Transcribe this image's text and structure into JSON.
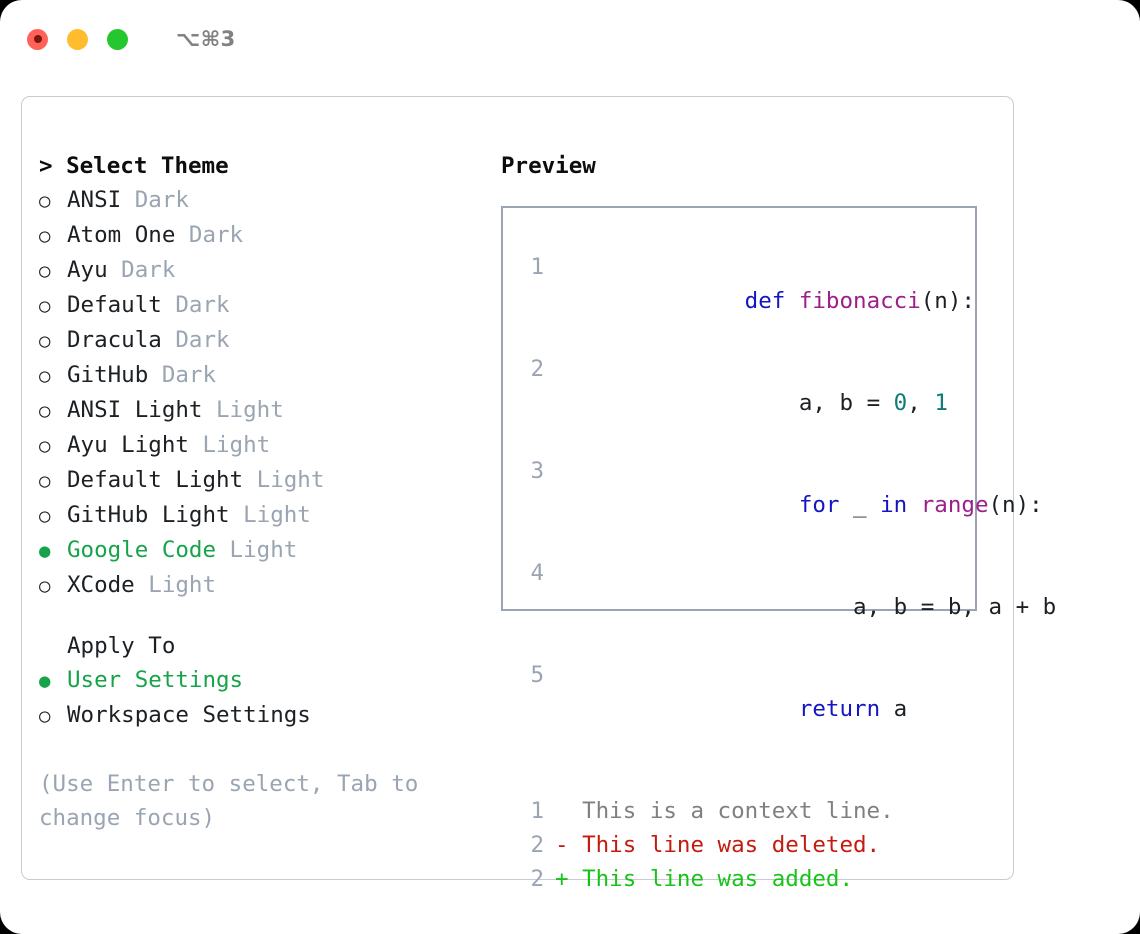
{
  "titlebar": {
    "shortcut": "⌥⌘3",
    "lights": [
      {
        "name": "close",
        "color": "#ff6259"
      },
      {
        "name": "minimize",
        "color": "#ffbd2e"
      },
      {
        "name": "zoom",
        "color": "#24c72e"
      }
    ]
  },
  "theme_section": {
    "header": "> Select Theme",
    "options": [
      {
        "marker": "○",
        "selected": false,
        "label": "ANSI",
        "suffix": " Dark"
      },
      {
        "marker": "○",
        "selected": false,
        "label": "Atom One",
        "suffix": " Dark"
      },
      {
        "marker": "○",
        "selected": false,
        "label": "Ayu",
        "suffix": " Dark"
      },
      {
        "marker": "○",
        "selected": false,
        "label": "Default",
        "suffix": " Dark"
      },
      {
        "marker": "○",
        "selected": false,
        "label": "Dracula",
        "suffix": " Dark"
      },
      {
        "marker": "○",
        "selected": false,
        "label": "GitHub",
        "suffix": " Dark"
      },
      {
        "marker": "○",
        "selected": false,
        "label": "ANSI Light",
        "suffix": " Light"
      },
      {
        "marker": "○",
        "selected": false,
        "label": "Ayu Light",
        "suffix": " Light"
      },
      {
        "marker": "○",
        "selected": false,
        "label": "Default Light",
        "suffix": " Light"
      },
      {
        "marker": "○",
        "selected": false,
        "label": "GitHub Light",
        "suffix": " Light"
      },
      {
        "marker": "●",
        "selected": true,
        "label": "Google Code",
        "suffix": " Light"
      },
      {
        "marker": "○",
        "selected": false,
        "label": "XCode",
        "suffix": " Light"
      }
    ]
  },
  "apply_section": {
    "header": "Apply To",
    "options": [
      {
        "marker": "●",
        "selected": true,
        "label": "User Settings",
        "suffix": ""
      },
      {
        "marker": "○",
        "selected": false,
        "label": "Workspace Settings",
        "suffix": ""
      }
    ]
  },
  "hint": "(Use Enter to select, Tab to change focus)",
  "preview": {
    "title": "Preview",
    "code_lines": [
      {
        "no": "1",
        "tokens": [
          {
            "t": "def ",
            "c": "kw"
          },
          {
            "t": "fibonacci",
            "c": "fn"
          },
          {
            "t": "(n):",
            "c": "id"
          }
        ]
      },
      {
        "no": "2",
        "tokens": [
          {
            "t": "    a, b = ",
            "c": "id"
          },
          {
            "t": "0",
            "c": "num"
          },
          {
            "t": ", ",
            "c": "id"
          },
          {
            "t": "1",
            "c": "num"
          }
        ]
      },
      {
        "no": "3",
        "tokens": [
          {
            "t": "    ",
            "c": "id"
          },
          {
            "t": "for",
            "c": "kw"
          },
          {
            "t": " _ ",
            "c": "id"
          },
          {
            "t": "in",
            "c": "kw"
          },
          {
            "t": " ",
            "c": "id"
          },
          {
            "t": "range",
            "c": "fn"
          },
          {
            "t": "(n):",
            "c": "id"
          }
        ]
      },
      {
        "no": "4",
        "tokens": [
          {
            "t": "        a, b = b, a + b",
            "c": "id"
          }
        ]
      },
      {
        "no": "5",
        "tokens": [
          {
            "t": "    ",
            "c": "id"
          },
          {
            "t": "return",
            "c": "kw"
          },
          {
            "t": " a",
            "c": "id"
          }
        ]
      }
    ],
    "diff_lines": [
      {
        "no": "1",
        "tokens": [
          {
            "t": "  This is a context line.",
            "c": "ctx"
          }
        ]
      },
      {
        "no": "2",
        "tokens": [
          {
            "t": "- This line was deleted.",
            "c": "del"
          }
        ]
      },
      {
        "no": "2",
        "tokens": [
          {
            "t": "+ This line was added.",
            "c": "add"
          }
        ]
      }
    ]
  },
  "colors": {
    "selected_green": "#16a34a",
    "muted": "#9aa4b2",
    "keyword": "#1515c4",
    "function": "#9c1f8c",
    "number": "#0e7c7b",
    "diff_delete": "#c41b10",
    "diff_add": "#16c418",
    "border": "#9aa4b2"
  }
}
